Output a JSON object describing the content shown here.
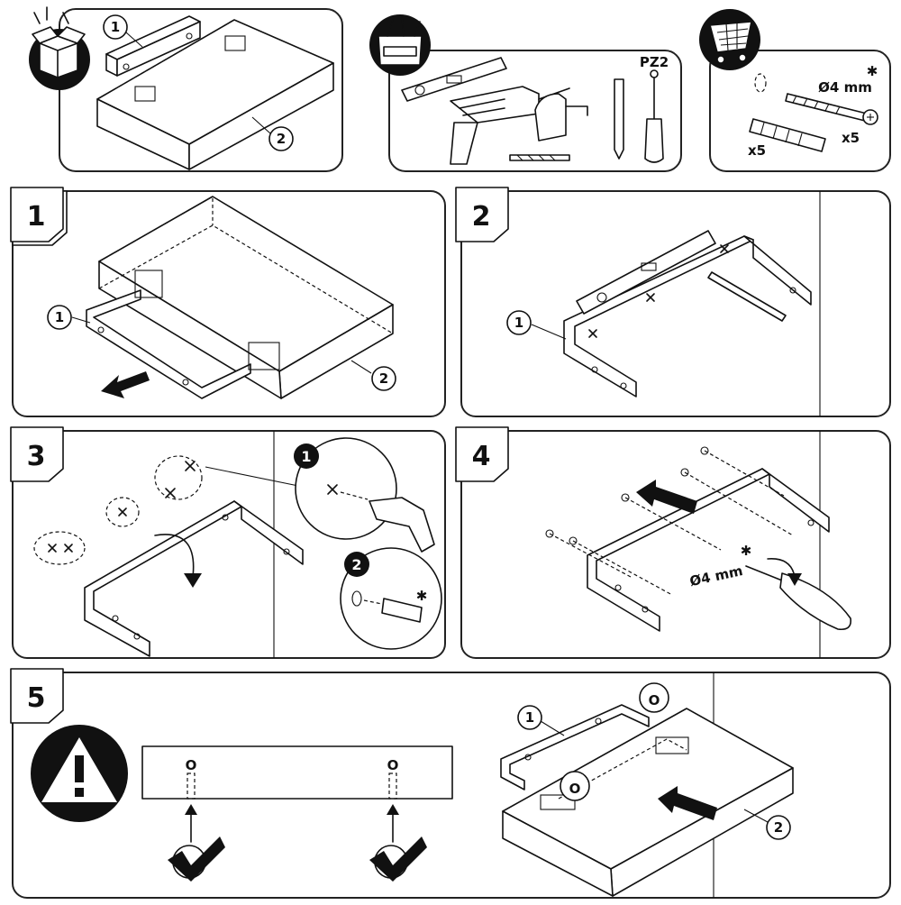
{
  "steps": {
    "s1": "1",
    "s2": "2",
    "s3": "3",
    "s4": "4",
    "s5": "5"
  },
  "callouts": {
    "bracket": "1",
    "shelf": "2"
  },
  "substeps": {
    "drill": "1",
    "plug": "2"
  },
  "tools": {
    "bit_label": "PZ2"
  },
  "hardware": {
    "screw_diameter": "Ø4 mm",
    "screw_qty": "x5",
    "plug_qty": "x5",
    "asterisk": "✱"
  },
  "step4": {
    "screw_diameter": "Ø4 mm",
    "asterisk": "✱"
  },
  "step5": {
    "marker": "O",
    "marker_left": "O",
    "marker_right": "O",
    "marker_bracket_top": "O",
    "marker_bracket_bottom": "O"
  }
}
